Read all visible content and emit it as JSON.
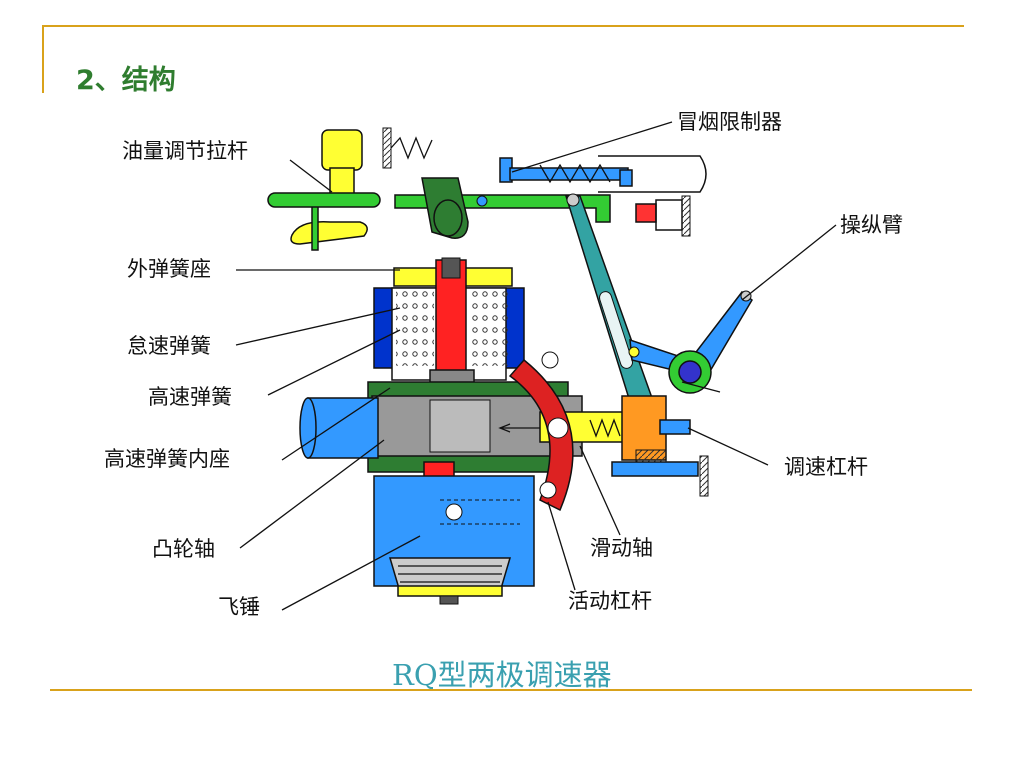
{
  "slide": {
    "title": "2、结构",
    "caption": "RQ型两极调速器"
  },
  "labels": {
    "fuel_rod": "油量调节拉杆",
    "smoke_limiter": "冒烟限制器",
    "control_arm": "操纵臂",
    "outer_spring_seat": "外弹簧座",
    "idle_spring": "怠速弹簧",
    "high_speed_spring": "高速弹簧",
    "high_speed_spring_inner_seat": "高速弹簧内座",
    "governor_lever": "调速杠杆",
    "camshaft": "凸轮轴",
    "sliding_shaft": "滑动轴",
    "flyweight": "飞锤",
    "floating_lever": "活动杠杆"
  }
}
